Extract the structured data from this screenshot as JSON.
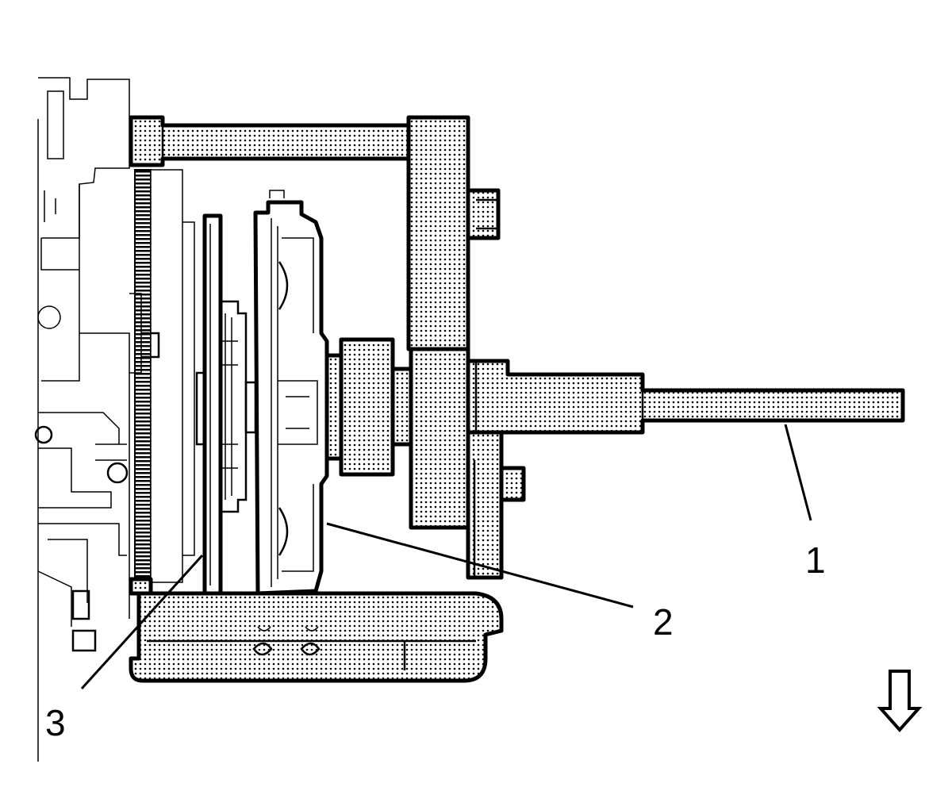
{
  "callouts": {
    "label_1": "1",
    "label_2": "2",
    "label_3": "3"
  },
  "icons": {
    "view_arrow": "down-arrow-icon"
  },
  "colors": {
    "line": "#000000",
    "background": "#ffffff",
    "stipple": "#000000"
  }
}
